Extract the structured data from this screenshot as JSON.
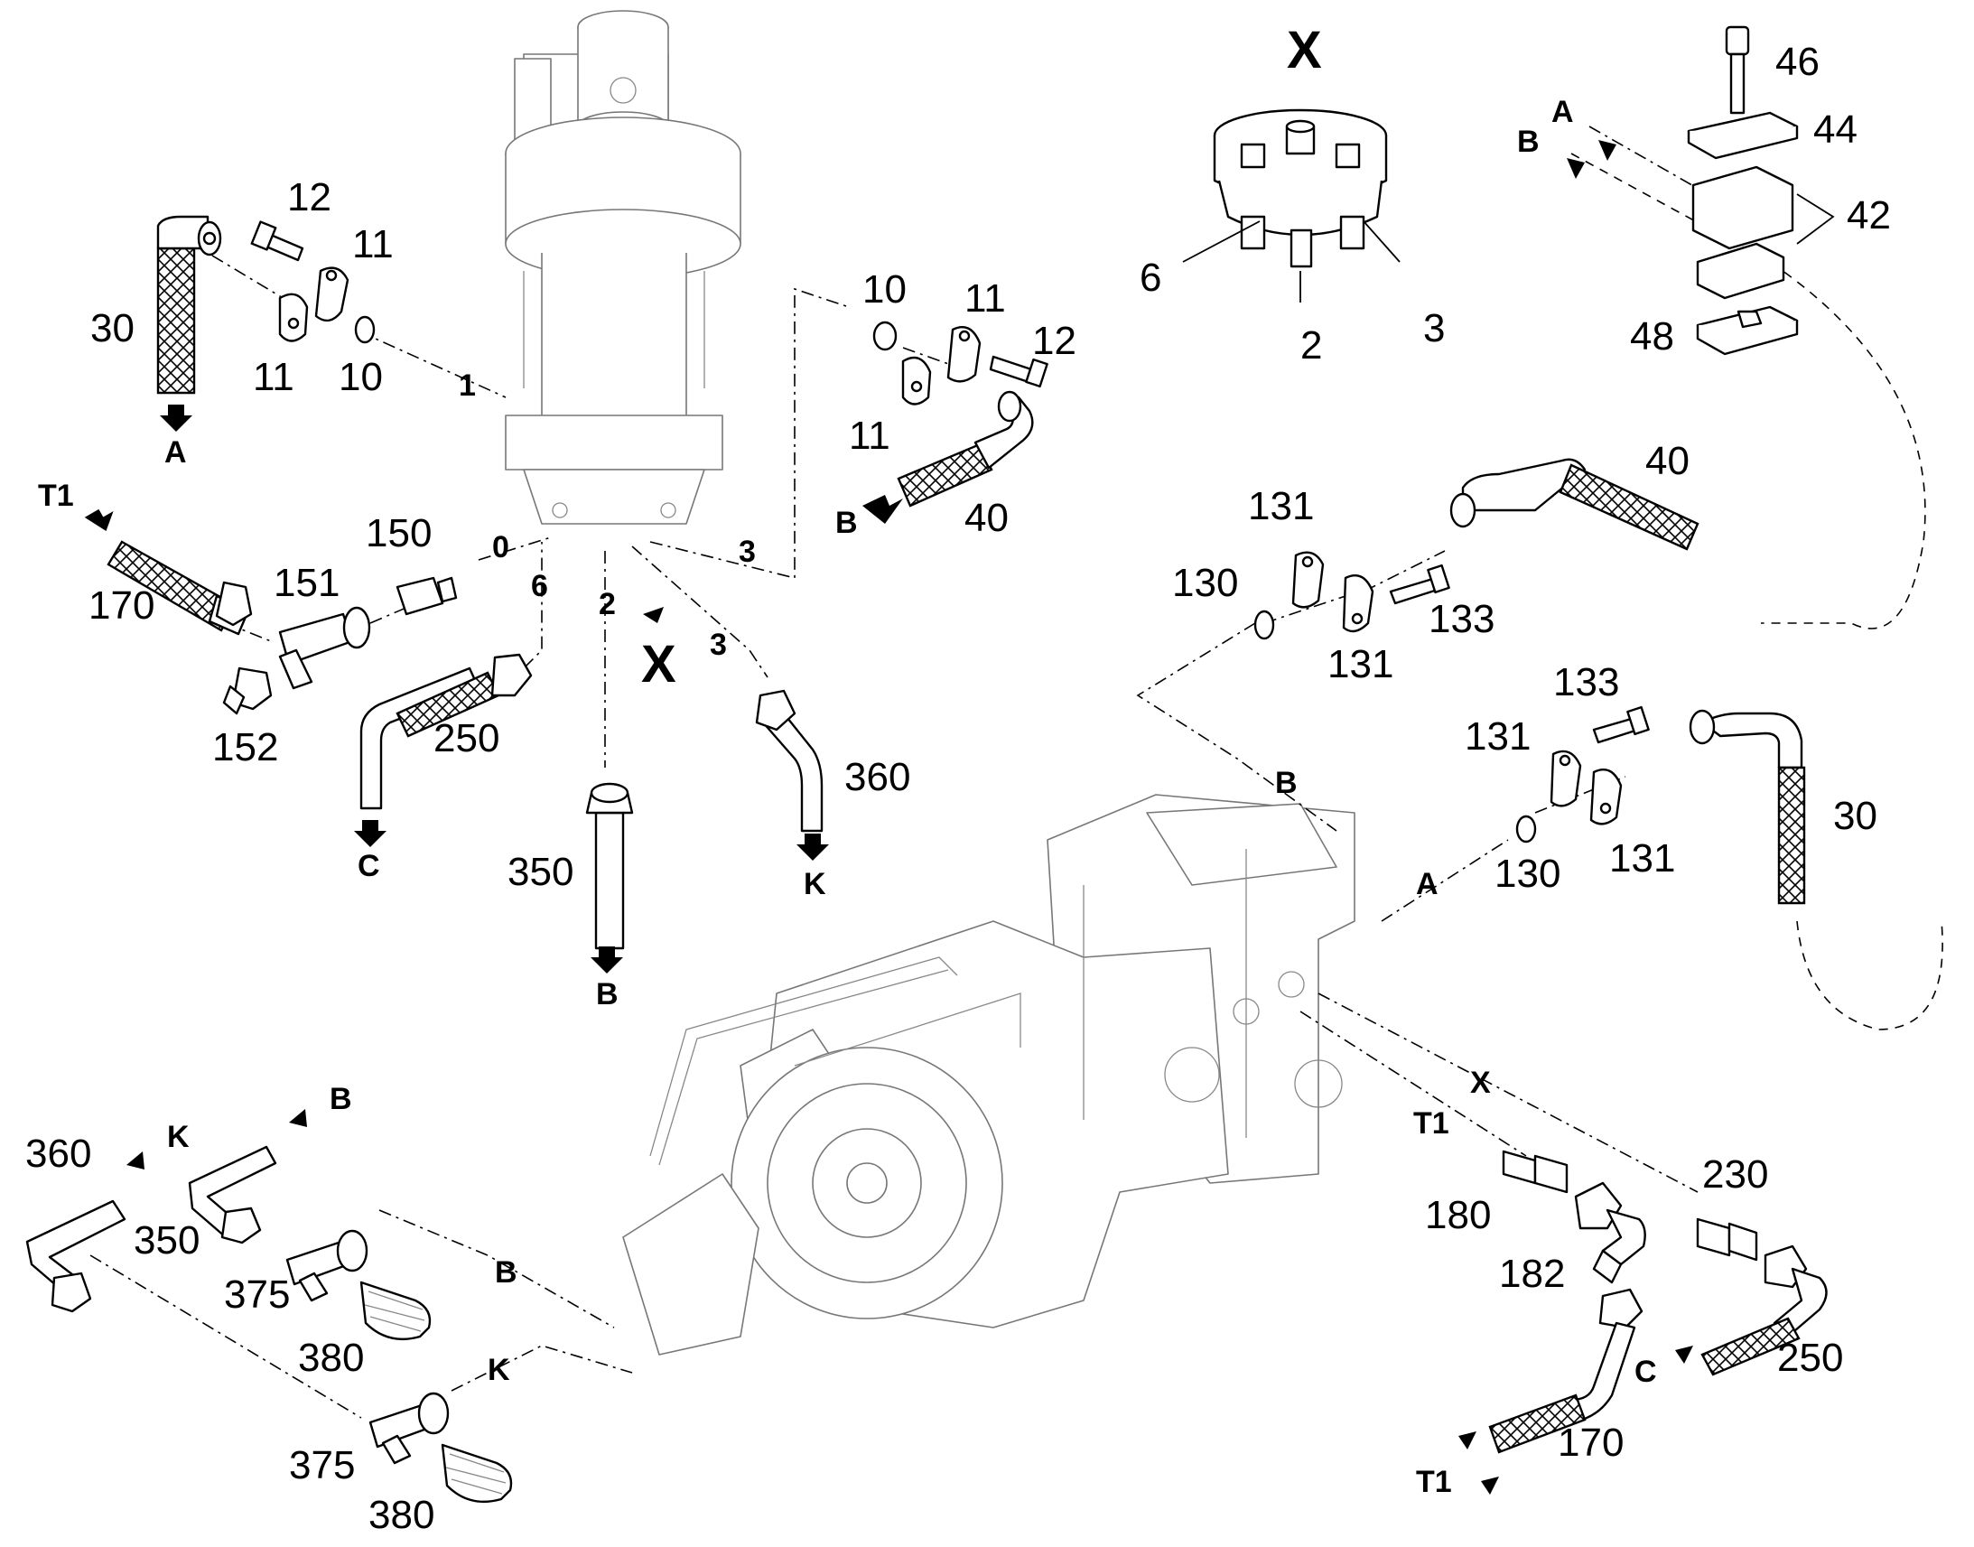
{
  "diagram": {
    "labels": [
      {
        "id": "l12a",
        "text": "12"
      },
      {
        "id": "l11a",
        "text": "11"
      },
      {
        "id": "l30a",
        "text": "30"
      },
      {
        "id": "l11b",
        "text": "11"
      },
      {
        "id": "l10a",
        "text": "10"
      },
      {
        "id": "l1",
        "text": "1"
      },
      {
        "id": "lT1a",
        "text": "T1"
      },
      {
        "id": "l150",
        "text": "150"
      },
      {
        "id": "l0",
        "text": "0"
      },
      {
        "id": "l151",
        "text": "151"
      },
      {
        "id": "l6a",
        "text": "6"
      },
      {
        "id": "l170a",
        "text": "170"
      },
      {
        "id": "l2a",
        "text": "2"
      },
      {
        "id": "l3a",
        "text": "3"
      },
      {
        "id": "l152",
        "text": "152"
      },
      {
        "id": "l250a",
        "text": "250"
      },
      {
        "id": "l3b",
        "text": "3"
      },
      {
        "id": "l360a",
        "text": "360"
      },
      {
        "id": "l350a",
        "text": "350"
      },
      {
        "id": "l10b",
        "text": "10"
      },
      {
        "id": "l11c",
        "text": "11"
      },
      {
        "id": "l12b",
        "text": "12"
      },
      {
        "id": "l11d",
        "text": "11"
      },
      {
        "id": "l40a",
        "text": "40"
      },
      {
        "id": "l6b",
        "text": "6"
      },
      {
        "id": "l2b",
        "text": "2"
      },
      {
        "id": "l3c",
        "text": "3"
      },
      {
        "id": "l46",
        "text": "46"
      },
      {
        "id": "l44",
        "text": "44"
      },
      {
        "id": "l42",
        "text": "42"
      },
      {
        "id": "l48",
        "text": "48"
      },
      {
        "id": "l40b",
        "text": "40"
      },
      {
        "id": "l131a",
        "text": "131"
      },
      {
        "id": "l130a",
        "text": "130"
      },
      {
        "id": "l133a",
        "text": "133"
      },
      {
        "id": "l131b",
        "text": "131"
      },
      {
        "id": "l133b",
        "text": "133"
      },
      {
        "id": "l131c",
        "text": "131"
      },
      {
        "id": "l30b",
        "text": "30"
      },
      {
        "id": "l130b",
        "text": "130"
      },
      {
        "id": "l131d",
        "text": "131"
      },
      {
        "id": "l360b",
        "text": "360"
      },
      {
        "id": "l350b",
        "text": "350"
      },
      {
        "id": "l375a",
        "text": "375"
      },
      {
        "id": "l380a",
        "text": "380"
      },
      {
        "id": "l375b",
        "text": "375"
      },
      {
        "id": "l380b",
        "text": "380"
      },
      {
        "id": "l180",
        "text": "180"
      },
      {
        "id": "l182",
        "text": "182"
      },
      {
        "id": "l230",
        "text": "230"
      },
      {
        "id": "l250b",
        "text": "250"
      },
      {
        "id": "l170b",
        "text": "170"
      }
    ],
    "connectors": [
      {
        "id": "cA1",
        "text": "A"
      },
      {
        "id": "cT1a",
        "text": "T1"
      },
      {
        "id": "cC1",
        "text": "C"
      },
      {
        "id": "cB1",
        "text": "B"
      },
      {
        "id": "cK1",
        "text": "K"
      },
      {
        "id": "cB2",
        "text": "B"
      },
      {
        "id": "cA2",
        "text": "A"
      },
      {
        "id": "cB3",
        "text": "B"
      },
      {
        "id": "cBline",
        "text": "B"
      },
      {
        "id": "cAline",
        "text": "A"
      },
      {
        "id": "cXline",
        "text": "X"
      },
      {
        "id": "cT1b",
        "text": "T1"
      },
      {
        "id": "cK2",
        "text": "K"
      },
      {
        "id": "cB4",
        "text": "B"
      },
      {
        "id": "cBline2",
        "text": "B"
      },
      {
        "id": "cKline",
        "text": "K"
      },
      {
        "id": "cC2",
        "text": "C"
      },
      {
        "id": "cT1c",
        "text": "T1"
      }
    ],
    "view_labels": [
      {
        "id": "vX1",
        "text": "X"
      },
      {
        "id": "vX2",
        "text": "X"
      }
    ]
  }
}
